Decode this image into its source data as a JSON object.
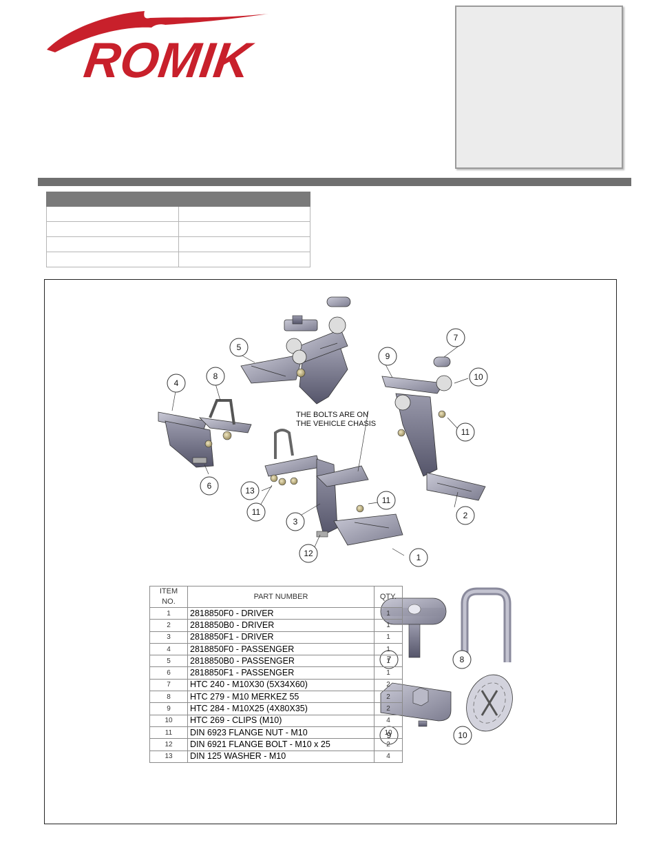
{
  "brand": {
    "name": "ROMIK",
    "red": "#c8202b"
  },
  "note": {
    "line1": "THE BOLTS ARE ON",
    "line2": "THE VEHICLE CHASIS"
  },
  "callouts": {
    "c1": "1",
    "c2": "2",
    "c3": "3",
    "c4": "4",
    "c5": "5",
    "c6": "6",
    "c7": "7",
    "c8": "8",
    "c9": "9",
    "c10": "10",
    "c11a": "11",
    "c11b": "11",
    "c11c": "11",
    "c12": "12",
    "c13": "13"
  },
  "detail_labels": {
    "d7": "7",
    "d8": "8",
    "d9": "9",
    "d10": "10"
  },
  "parts_table": {
    "headers": {
      "item": "ITEM NO.",
      "part": "PART NUMBER",
      "qty": "QTY."
    },
    "rows": [
      {
        "item": "1",
        "part": "2818850F0 - DRIVER",
        "qty": "1"
      },
      {
        "item": "2",
        "part": "2818850B0 - DRIVER",
        "qty": "1"
      },
      {
        "item": "3",
        "part": "2818850F1 - DRIVER",
        "qty": "1"
      },
      {
        "item": "4",
        "part": "2818850F0 - PASSENGER",
        "qty": "1"
      },
      {
        "item": "5",
        "part": "2818850B0 - PASSENGER",
        "qty": "1"
      },
      {
        "item": "6",
        "part": "2818850F1 - PASSENGER",
        "qty": "1"
      },
      {
        "item": "7",
        "part": "HTC 240 - M10X30 (5X34X60)",
        "qty": "2"
      },
      {
        "item": "8",
        "part": "HTC 279 - M10 MERKEZ 55",
        "qty": "2"
      },
      {
        "item": "9",
        "part": "HTC 284 - M10X25 (4X80X35)",
        "qty": "2"
      },
      {
        "item": "10",
        "part": "HTC 269 - CLIPS (M10)",
        "qty": "4"
      },
      {
        "item": "11",
        "part": "DIN 6923 FLANGE NUT - M10",
        "qty": "10"
      },
      {
        "item": "12",
        "part": "DIN 6921 FLANGE BOLT - M10 x 25",
        "qty": "2"
      },
      {
        "item": "13",
        "part": "DIN 125 WASHER - M10",
        "qty": "4"
      }
    ]
  }
}
